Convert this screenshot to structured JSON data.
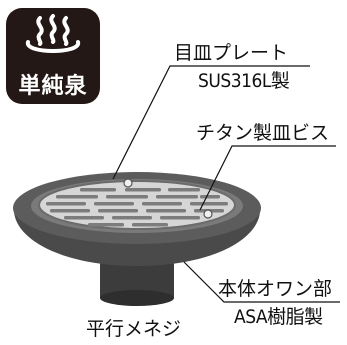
{
  "badge": {
    "icon": "hot-spring-icon",
    "text": "単純泉"
  },
  "labels": {
    "plate": "目皿プレート",
    "plate_material": "SUS316L製",
    "screws": "チタン製皿ビス",
    "body": "本体オワン部",
    "body_material": "ASA樹脂製",
    "fitting": "平行メネジ"
  },
  "colors": {
    "dark": "#231815",
    "metal": "#c9c9c9",
    "body": "#555555"
  }
}
